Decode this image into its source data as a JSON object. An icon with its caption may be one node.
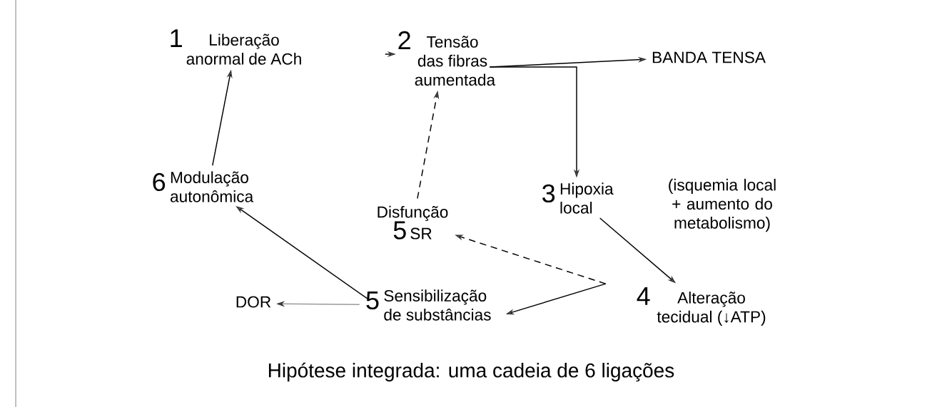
{
  "diagram": {
    "caption": "Hipótese integrada: uma cadeia de 6 ligações",
    "nodes": [
      {
        "text": [
          "1",
          "Liberação anormal de ACh"
        ]
      },
      {
        "text": [
          "2",
          "Tensão das fibras aumentada"
        ]
      },
      {
        "text": [
          "BANDA TENSA"
        ]
      },
      {
        "text": [
          "6",
          "Modulação autonômica"
        ]
      },
      {
        "text": [
          "Disfunção",
          "5",
          "SR"
        ]
      },
      {
        "text": [
          "3",
          "Hipoxia local"
        ]
      },
      {
        "text": [
          "4",
          "Alteração tecidual (↓ATP)"
        ]
      },
      {
        "text": [
          "5",
          "Sensibilização de substâncias"
        ]
      },
      {
        "text": [
          "DOR"
        ]
      }
    ],
    "edges": [
      {
        "from": 3,
        "to": 0,
        "arrow": "to"
      },
      {
        "from": 4,
        "to": 1,
        "arrow": "to",
        "style": "dashed"
      },
      {
        "from": null,
        "to": 1,
        "arrow": "to"
      },
      {
        "from": 1,
        "to": 2,
        "arrow": "to"
      },
      {
        "from": 1,
        "to": 5,
        "arrow": "to"
      },
      {
        "from": 5,
        "to": 6,
        "arrow": "to"
      },
      {
        "from": 6,
        "to": 4,
        "arrow": "to",
        "style": "dashed"
      },
      {
        "from": 6,
        "to": 7,
        "arrow": "to"
      },
      {
        "from": 7,
        "to": 3,
        "arrow": "to"
      },
      {
        "from": 7,
        "to": 8,
        "arrow": "to",
        "color": "#9a9a9a"
      }
    ],
    "labels": [
      "(isquemia local + aumento do metabolismo)"
    ]
  }
}
